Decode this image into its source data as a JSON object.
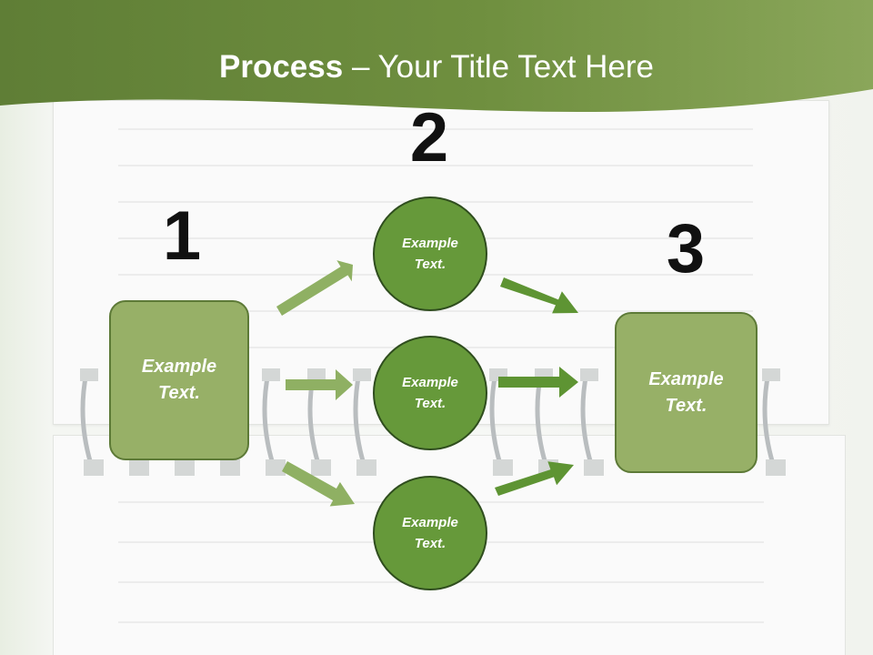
{
  "slide": {
    "title_bold": "Process",
    "title_rest": " – Your Title Text Here"
  },
  "steps": {
    "step1": {
      "number": "1",
      "text": "Example Text."
    },
    "step2": {
      "number": "2",
      "items": [
        "Example Text.",
        "Example Text.",
        "Example Text."
      ]
    },
    "step3": {
      "number": "3",
      "text": "Example Text."
    }
  },
  "colors": {
    "header_green": "#6f8e3e",
    "box_fill": "#97b067",
    "circle_fill": "#66993a",
    "arrow_light": "#8fb063",
    "arrow_dark": "#5e9433"
  }
}
